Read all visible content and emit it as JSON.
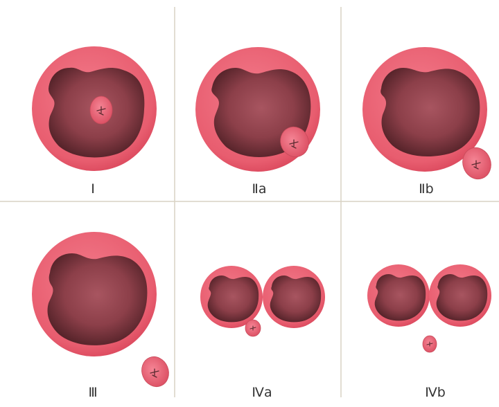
{
  "colors": {
    "divider": "#d9d2c3",
    "ring": "#e85d6f",
    "ring_dark": "#d84459",
    "cavity_light": "#9e4a55",
    "cavity_dark": "#4f2026",
    "embryo": "#ec6b7c",
    "embryo_edge": "#c84b5b",
    "fetal_pole": "#5a2a30"
  },
  "panels": [
    {
      "id": "I",
      "label": "Ⅰ"
    },
    {
      "id": "IIa",
      "label": "Ⅱa"
    },
    {
      "id": "IIb",
      "label": "Ⅱb"
    },
    {
      "id": "III",
      "label": "Ⅲ"
    },
    {
      "id": "IVa",
      "label": "Ⅳa"
    },
    {
      "id": "IVb",
      "label": "Ⅳb"
    }
  ]
}
